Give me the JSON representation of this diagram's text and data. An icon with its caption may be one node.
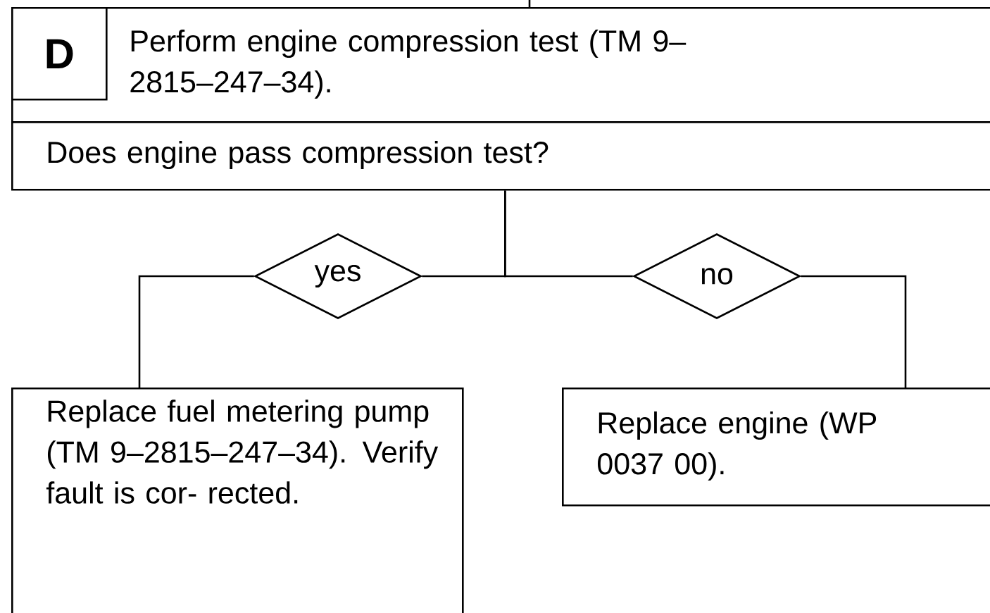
{
  "diagram": {
    "nodes": [
      {
        "text": [
          "Perform engine compression test (TM 9–2815–247–34)."
        ]
      },
      {
        "text": [
          "D"
        ],
        "in": 0
      },
      {
        "text": [
          "Does engine pass compression test?"
        ]
      },
      {
        "text": [
          "yes"
        ]
      },
      {
        "text": [
          "no"
        ]
      },
      {
        "text": [
          "Replace fuel metering pump (TM 9–2815–247–34). Verify fault is cor- rected."
        ]
      },
      {
        "text": [
          "Replace engine (WP 0037 00)."
        ]
      }
    ],
    "edges": [
      {
        "from": null,
        "to": 0,
        "arrow": "none"
      },
      {
        "from": 2,
        "to": 3,
        "arrow": "none"
      },
      {
        "from": 2,
        "to": 4,
        "arrow": "none"
      },
      {
        "from": 3,
        "to": 5,
        "arrow": "none"
      },
      {
        "from": 4,
        "to": 6,
        "arrow": "none"
      }
    ]
  }
}
